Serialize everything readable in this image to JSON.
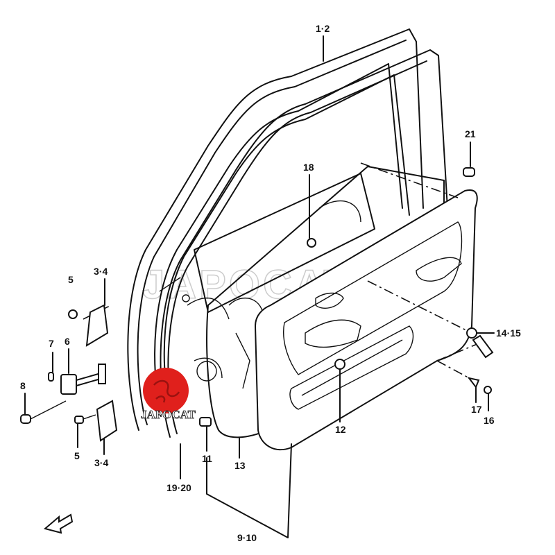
{
  "diagram": {
    "title": "Front door parts diagram",
    "labels": {
      "door_panel": "1·2",
      "plug": "21",
      "clip_18": "18",
      "bolt_upper": "5",
      "hinge_upper": "3·4",
      "pin": "7",
      "check_link": "6",
      "bolt_8": "8",
      "bolt_lower": "5",
      "hinge_lower": "3·4",
      "handle": "14·15",
      "screw_17": "17",
      "cap_16": "16",
      "clip_12": "12",
      "clip_11": "11",
      "sealing_13": "13",
      "weatherstrip": "19·20",
      "trim_panel": "9·10"
    },
    "watermark": "JAPOCAT",
    "logo_text": "JAPOCAT",
    "colors": {
      "logo_red": "#e0201c",
      "line": "#111111",
      "watermark": "#cccccc"
    }
  }
}
